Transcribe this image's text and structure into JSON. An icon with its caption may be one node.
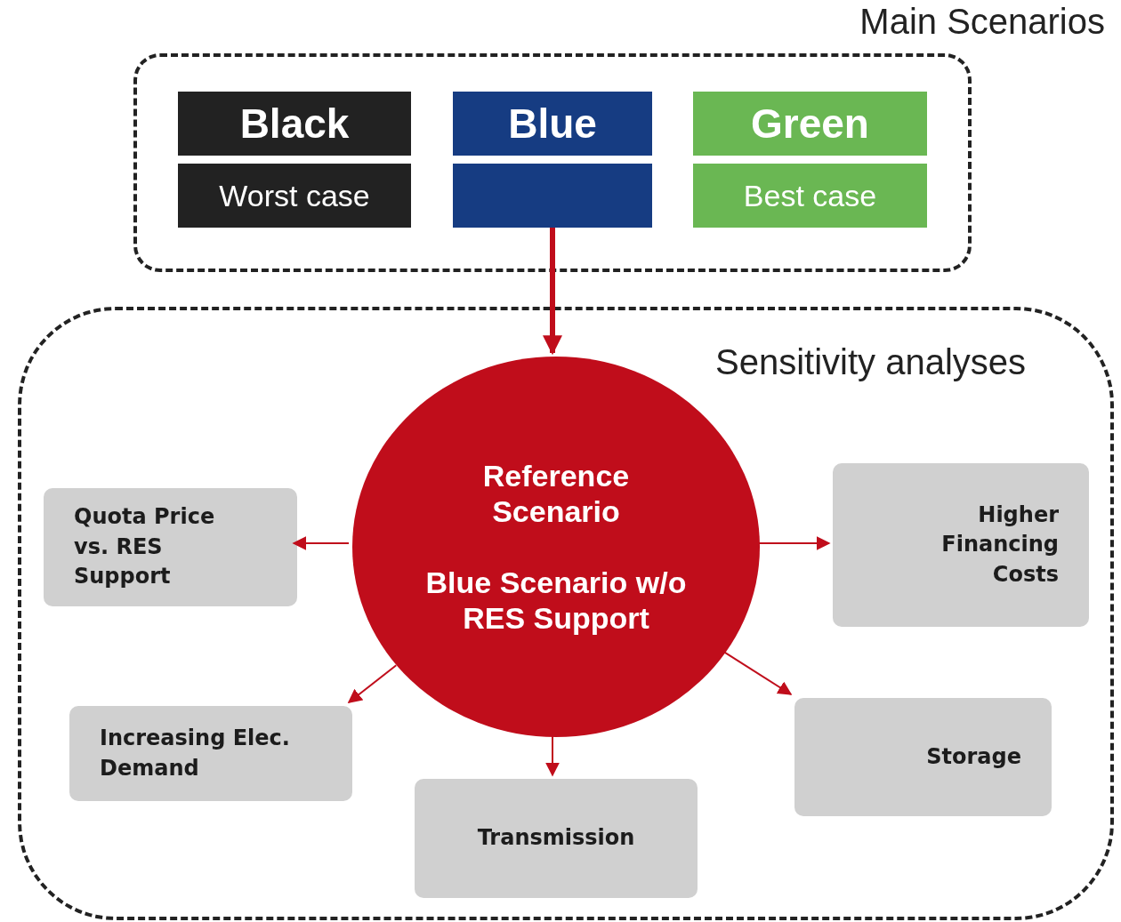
{
  "diagram": {
    "nodes": [
      {
        "text": [
          "Main Scenarios"
        ]
      },
      {
        "text": [
          "Black"
        ],
        "in": 0
      },
      {
        "text": [
          "Worst case"
        ],
        "in": 0
      },
      {
        "text": [
          "Blue"
        ],
        "in": 0
      },
      {
        "text": [],
        "shape": "box",
        "in": 0
      },
      {
        "text": [
          "Green"
        ],
        "in": 0
      },
      {
        "text": [
          "Best case"
        ],
        "in": 0
      },
      {
        "text": [
          "Sensitivity analyses"
        ]
      },
      {
        "text": [
          "Reference Scenario",
          "Blue Scenario w/o RES Support"
        ],
        "in": 7
      },
      {
        "text": [
          "Quota Price vs. RES Support"
        ],
        "in": 7
      },
      {
        "text": [
          "Higher Financing Costs"
        ],
        "in": 7
      },
      {
        "text": [
          "Increasing Elec. Demand"
        ],
        "in": 7
      },
      {
        "text": [
          "Transmission"
        ],
        "in": 7
      },
      {
        "text": [
          "Storage"
        ],
        "in": 7
      }
    ],
    "edges": [
      {
        "from": 4,
        "to": 8,
        "arrow": "to",
        "style": "thick"
      },
      {
        "from": 8,
        "to": 9,
        "arrow": "to"
      },
      {
        "from": 8,
        "to": 10,
        "arrow": "to"
      },
      {
        "from": 8,
        "to": 11,
        "arrow": "to"
      },
      {
        "from": 8,
        "to": 12,
        "arrow": "to"
      },
      {
        "from": 8,
        "to": 13,
        "arrow": "to"
      }
    ]
  }
}
